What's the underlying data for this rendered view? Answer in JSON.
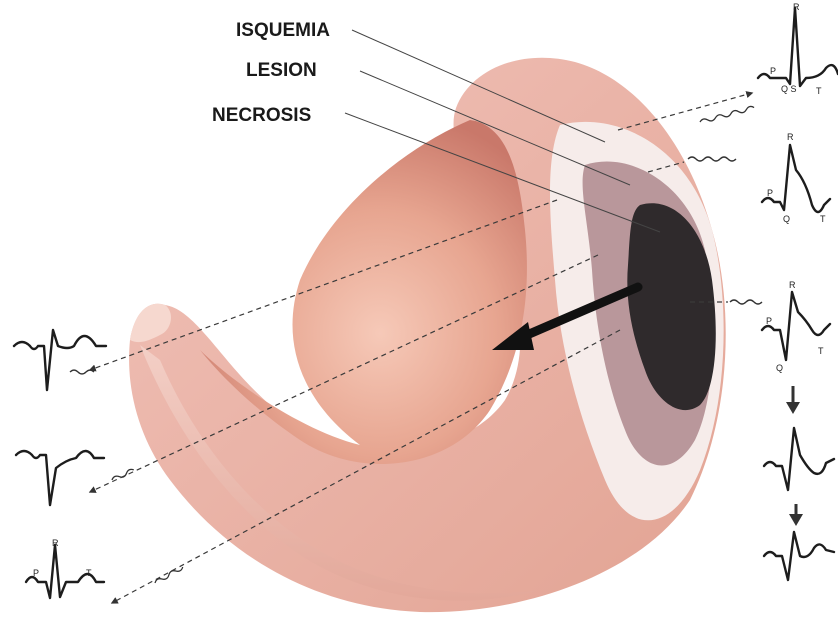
{
  "labels": {
    "isquemia": "ISQUEMIA",
    "lesion": "LESION",
    "necrosis": "NECROSIS"
  },
  "ecg_letters": {
    "r": "R",
    "p": "P",
    "q": "Q",
    "s": "S",
    "t": "T",
    "qs": "Q S"
  },
  "colors": {
    "myocardium": "#e8a898",
    "ischemia_zone": "#f6ecea",
    "lesion_zone": "#b9979b",
    "necrosis_zone": "#2f2a2c",
    "arrow": "#111111"
  }
}
